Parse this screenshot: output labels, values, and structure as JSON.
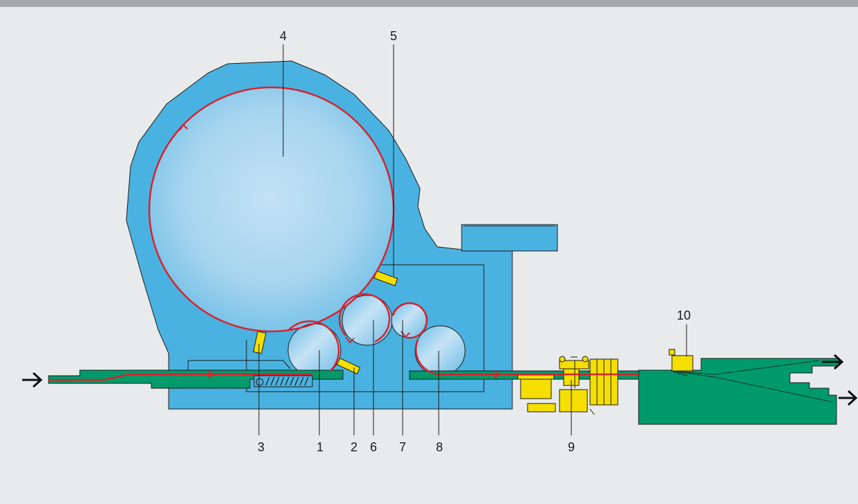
{
  "callouts": {
    "c1": "1",
    "c2": "2",
    "c3": "3",
    "c4": "4",
    "c5": "5",
    "c6": "6",
    "c7": "7",
    "c8": "8",
    "c9": "9",
    "c10": "10"
  },
  "colors": {
    "housing": "#4ab2e0",
    "drum": "#9fd0ee",
    "web_path": "#d8222e",
    "conveyor": "#009a6a",
    "component": "#f5df00",
    "outline": "#1a1a1a",
    "background": "#e9eaec"
  },
  "icons": {
    "infeed_arrow": "arrow-right-icon",
    "outfeed_arrows": "arrow-right-icon"
  }
}
